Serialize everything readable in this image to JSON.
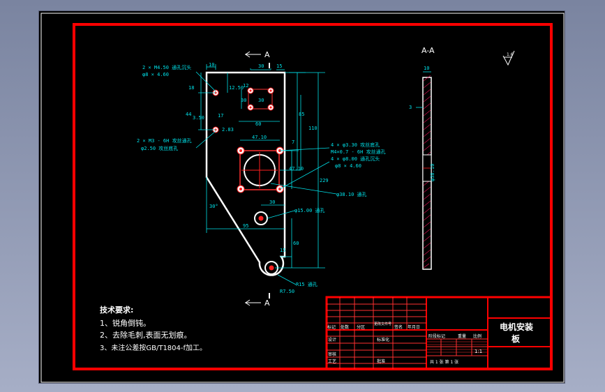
{
  "drawing": {
    "colors": {
      "frame": "#ff0000",
      "part": "#ffffff",
      "dimension": "#00e0e8",
      "center": "#ff2020",
      "hatch": "#d01050",
      "background": "#000000"
    },
    "section_label": "A-A",
    "section_marks": [
      "A",
      "A"
    ],
    "roughness_value": "1.6",
    "annotations": {
      "top_holes_a": "2 × M4.50 通孔沉头",
      "top_holes_b": "φ8 × 4.60",
      "left_holes_a": "2 × M3 - 6H 攻丝通孔",
      "left_holes_b": "φ2.50 攻丝底孔",
      "right_holes_a": "4 × φ3.30 攻丝底孔",
      "right_holes_b": "M4×0.7 - 6H 攻丝通孔",
      "right_holes_c": "4 × φ8.00 通孔沉头",
      "right_holes_d": "φ8 × 4.60",
      "big_hole": "φ38.10 通孔",
      "mid_hole": "φ15.00 通孔",
      "bottom_hole": "R15 通孔",
      "bottom_radius": "R7.50"
    },
    "dimensions": {
      "d10": "10",
      "d30": "30",
      "d15": "15",
      "d12": "12",
      "d30b": "30",
      "d30c": "30",
      "d18": "18",
      "d12_50": "12.50",
      "d44": "44",
      "d3_50": "3.50",
      "d17": "17",
      "d60": "60",
      "d2_83": "2.83",
      "d47_10a": "47.10",
      "d47_10b": "47.10",
      "d7": "7",
      "d110": "110",
      "d85": "85",
      "d229": "229",
      "d30d": "30",
      "d95": "95",
      "d15b": "15",
      "d60b": "60",
      "d30_angle": "30°",
      "d10_sec": "10",
      "d3_sec": "3",
      "d38_sec": "φ38.10"
    },
    "tech_requirements": {
      "title": "技术要求:",
      "items": [
        "1、锐角倒钝。",
        "2、去除毛刺,表面无划痕。",
        "3、未注公差按GB/T1804-f加工。"
      ]
    },
    "title_block": {
      "part_name_1": "电机安装",
      "part_name_2": "板",
      "scale_value": "1:1",
      "header_cells": [
        "标记",
        "处数",
        "分区",
        "更改文件号",
        "签名",
        "年月日"
      ],
      "row_labels": [
        "设计",
        "审核",
        "工艺",
        "标准化",
        "批准"
      ],
      "stage_labels": [
        "阶段标记",
        "重量",
        "比例"
      ],
      "sheet_text": "共 1 张   第 1 张"
    }
  }
}
